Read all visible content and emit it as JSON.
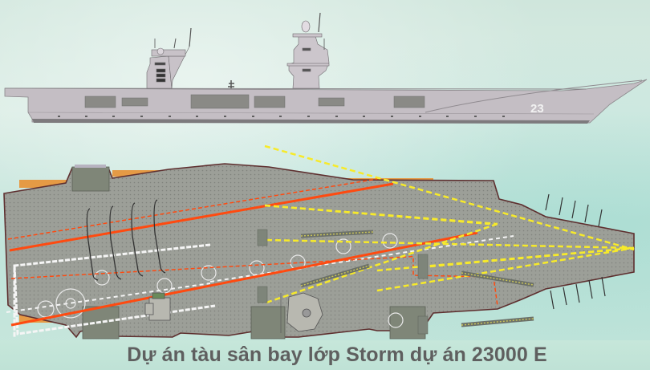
{
  "figure": {
    "side_view": {
      "label": "side-profile",
      "hull_number": "23",
      "hull_color": "#c2bcc2",
      "island_count": 2
    },
    "top_view": {
      "label": "flight-deck-plan",
      "deck_color": "#9c9f98",
      "edge_color": "#6e3b3b",
      "sponson_color": "#e59a45",
      "marking_colors": {
        "landing_line": "#ff4a10",
        "catapult_line": "#f2ea30",
        "centerline": "#ffffff"
      },
      "catapult_count": 4,
      "elevator_count": 5
    },
    "caption": "Dự án tàu sân bay lớp Storm dự án 23000 E"
  }
}
